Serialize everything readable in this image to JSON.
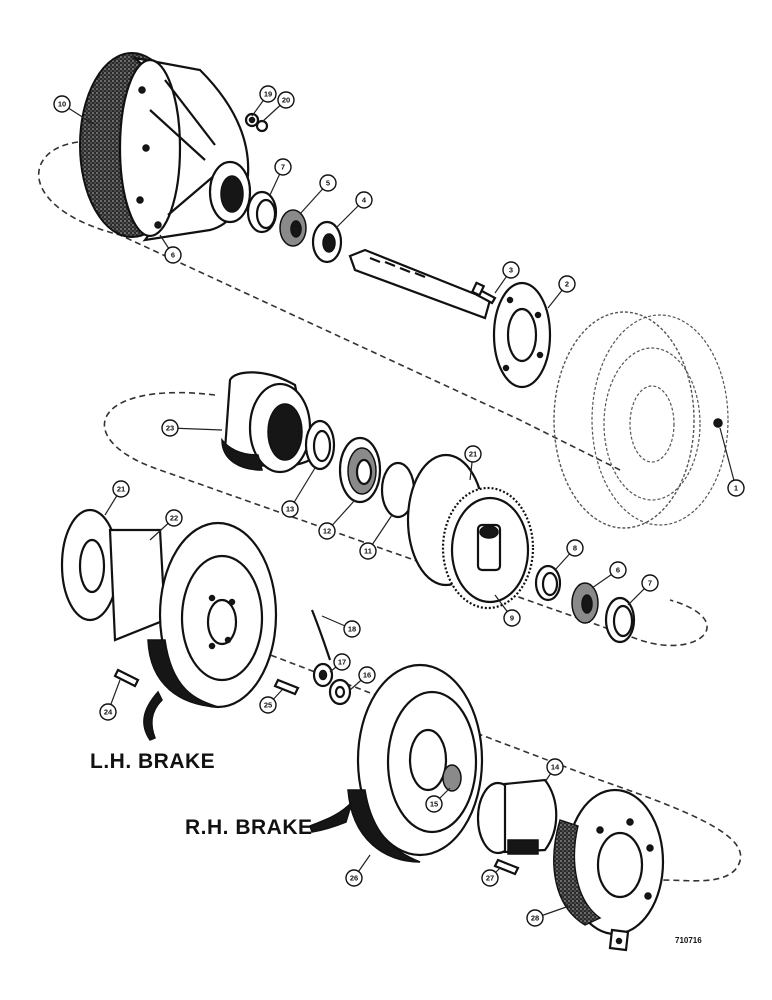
{
  "labels": {
    "left_brake": "L.H. BRAKE",
    "right_brake": "R.H. BRAKE",
    "drawing_number": "710716"
  },
  "callouts": [
    "10",
    "19",
    "20",
    "7",
    "5",
    "4",
    "6",
    "3",
    "2",
    "1",
    "23",
    "21",
    "13",
    "12",
    "11",
    "8",
    "9",
    "6",
    "7",
    "21",
    "22",
    "18",
    "17",
    "16",
    "24",
    "25",
    "14",
    "15",
    "26",
    "27",
    "28"
  ]
}
